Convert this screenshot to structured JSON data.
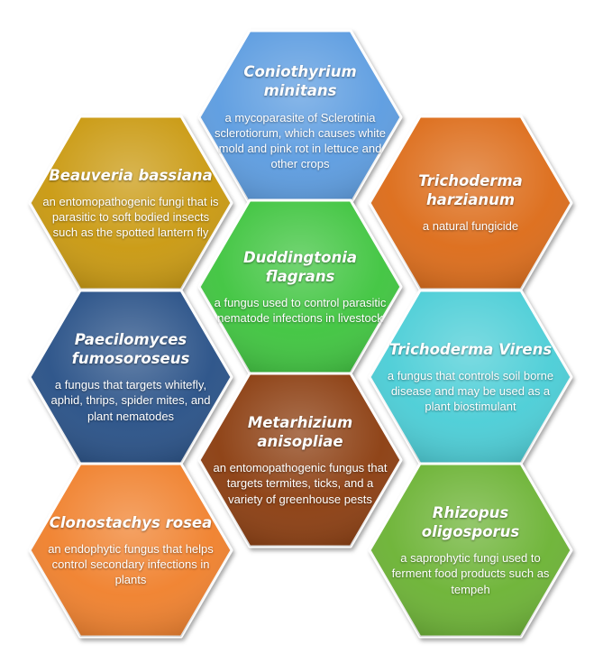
{
  "hexagons": [
    {
      "key": "coniothyrium",
      "title": "Coniothyrium minitans",
      "description": "a mycoparasite of Sclerotinia sclerotiorum, which causes white mold and pink rot in lettuce and other crops",
      "color": "#5a9be0"
    },
    {
      "key": "beauveria",
      "title": "Beauveria bassiana",
      "description": "an entomopathogenic fungi that is parasitic to soft bodied insects such as the spotted lantern fly",
      "color": "#c9980a"
    },
    {
      "key": "trichoderma-harzianum",
      "title": "Trichoderma harzianum",
      "description": "a natural fungicide",
      "color": "#dc6a12"
    },
    {
      "key": "duddingtonia",
      "title": "Duddingtonia flagrans",
      "description": "a fungus used to control parasitic nematode infections in livestock",
      "color": "#3ec43e"
    },
    {
      "key": "paecilomyces",
      "title": "Paecilomyces fumosoroseus",
      "description": "a fungus that targets whitefly, aphid, thrips, spider mites, and plant nematodes",
      "color": "#254f86"
    },
    {
      "key": "trichoderma-virens",
      "title": "Trichoderma Virens",
      "description": "a fungus that controls soil borne disease and may be used as a plant biostimulant",
      "color": "#48cdd6"
    },
    {
      "key": "metarhizium",
      "title": "Metarhizium anisopliae",
      "description": "an entomopathogenic fungus that targets termites, ticks, and a variety of greenhouse pests",
      "color": "#8a3a10"
    },
    {
      "key": "clonostachys",
      "title": "Clonostachys rosea",
      "description": "an endophytic fungus that helps control secondary infections in plants",
      "color": "#f07f2c"
    },
    {
      "key": "rhizopus",
      "title": "Rhizopus oligosporus",
      "description": "a saprophytic fungi used to ferment food products such as tempeh",
      "color": "#6bb233"
    }
  ]
}
